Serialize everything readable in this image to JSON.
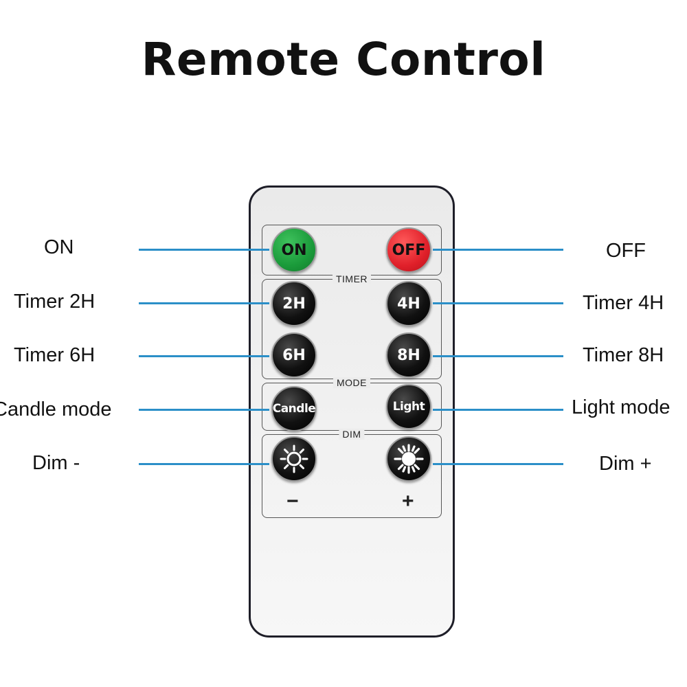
{
  "title": "Remote Control",
  "remote": {
    "panels": {
      "timer": "TIMER",
      "mode": "MODE",
      "dim": "DIM"
    },
    "buttons": {
      "on": "ON",
      "off": "OFF",
      "timer_2h": "2H",
      "timer_4h": "4H",
      "timer_6h": "6H",
      "timer_8h": "8H",
      "candle": "Candle",
      "light": "Light"
    },
    "dim_minus_sign": "−",
    "dim_plus_sign": "+"
  },
  "callouts": {
    "on": "ON",
    "off": "OFF",
    "timer_2h": "Timer 2H",
    "timer_4h": "Timer 4H",
    "timer_6h": "Timer 6H",
    "timer_8h": "Timer 8H",
    "candle_mode": "Candle mode",
    "light_mode": "Light mode",
    "dim_minus": "Dim -",
    "dim_plus": "Dim +"
  },
  "colors": {
    "line": "#2b8fc8",
    "on_button": "#1a9a3a",
    "off_button": "#e0202a"
  },
  "icons": {
    "dim_minus": "sun-outline-icon",
    "dim_plus": "sun-filled-icon"
  }
}
